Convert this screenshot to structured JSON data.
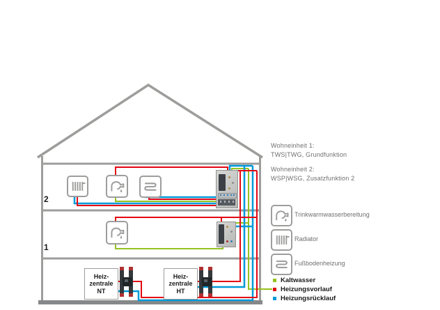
{
  "colors": {
    "kaltwasser": "#95c11f",
    "vorlauf": "#e30613",
    "ruecklauf": "#0099d8",
    "wall": "#9d9d9c",
    "ground": "#87888a"
  },
  "floors": {
    "floor2_label": "2",
    "floor1_label": "1"
  },
  "basement": {
    "nt": {
      "line1": "Heiz-",
      "line2": "zentrale",
      "line3": "NT"
    },
    "ht": {
      "line1": "Heiz-",
      "line2": "zentrale",
      "line3": "HT"
    }
  },
  "sidebar": {
    "unit1_title": "Wohneinheit 1:",
    "unit1_desc": "TWS|TWG, Grundfunktion",
    "unit2_title": "Wohneinheit 2:",
    "unit2_desc": "WSP|WSG, Zusatzfunktion 2",
    "icon_legend": [
      {
        "icon": "faucet-icon",
        "label": "Trinkwarmwasserbereitung"
      },
      {
        "icon": "radiator-icon",
        "label": "Radiator"
      },
      {
        "icon": "floor-heating-icon",
        "label": "Fußbodenheizung"
      }
    ],
    "line_legend": [
      {
        "color_key": "kaltwasser",
        "label": "Kaltwasser"
      },
      {
        "color_key": "vorlauf",
        "label": "Heizungsvorlauf"
      },
      {
        "color_key": "ruecklauf",
        "label": "Heizungsrücklauf"
      }
    ]
  }
}
